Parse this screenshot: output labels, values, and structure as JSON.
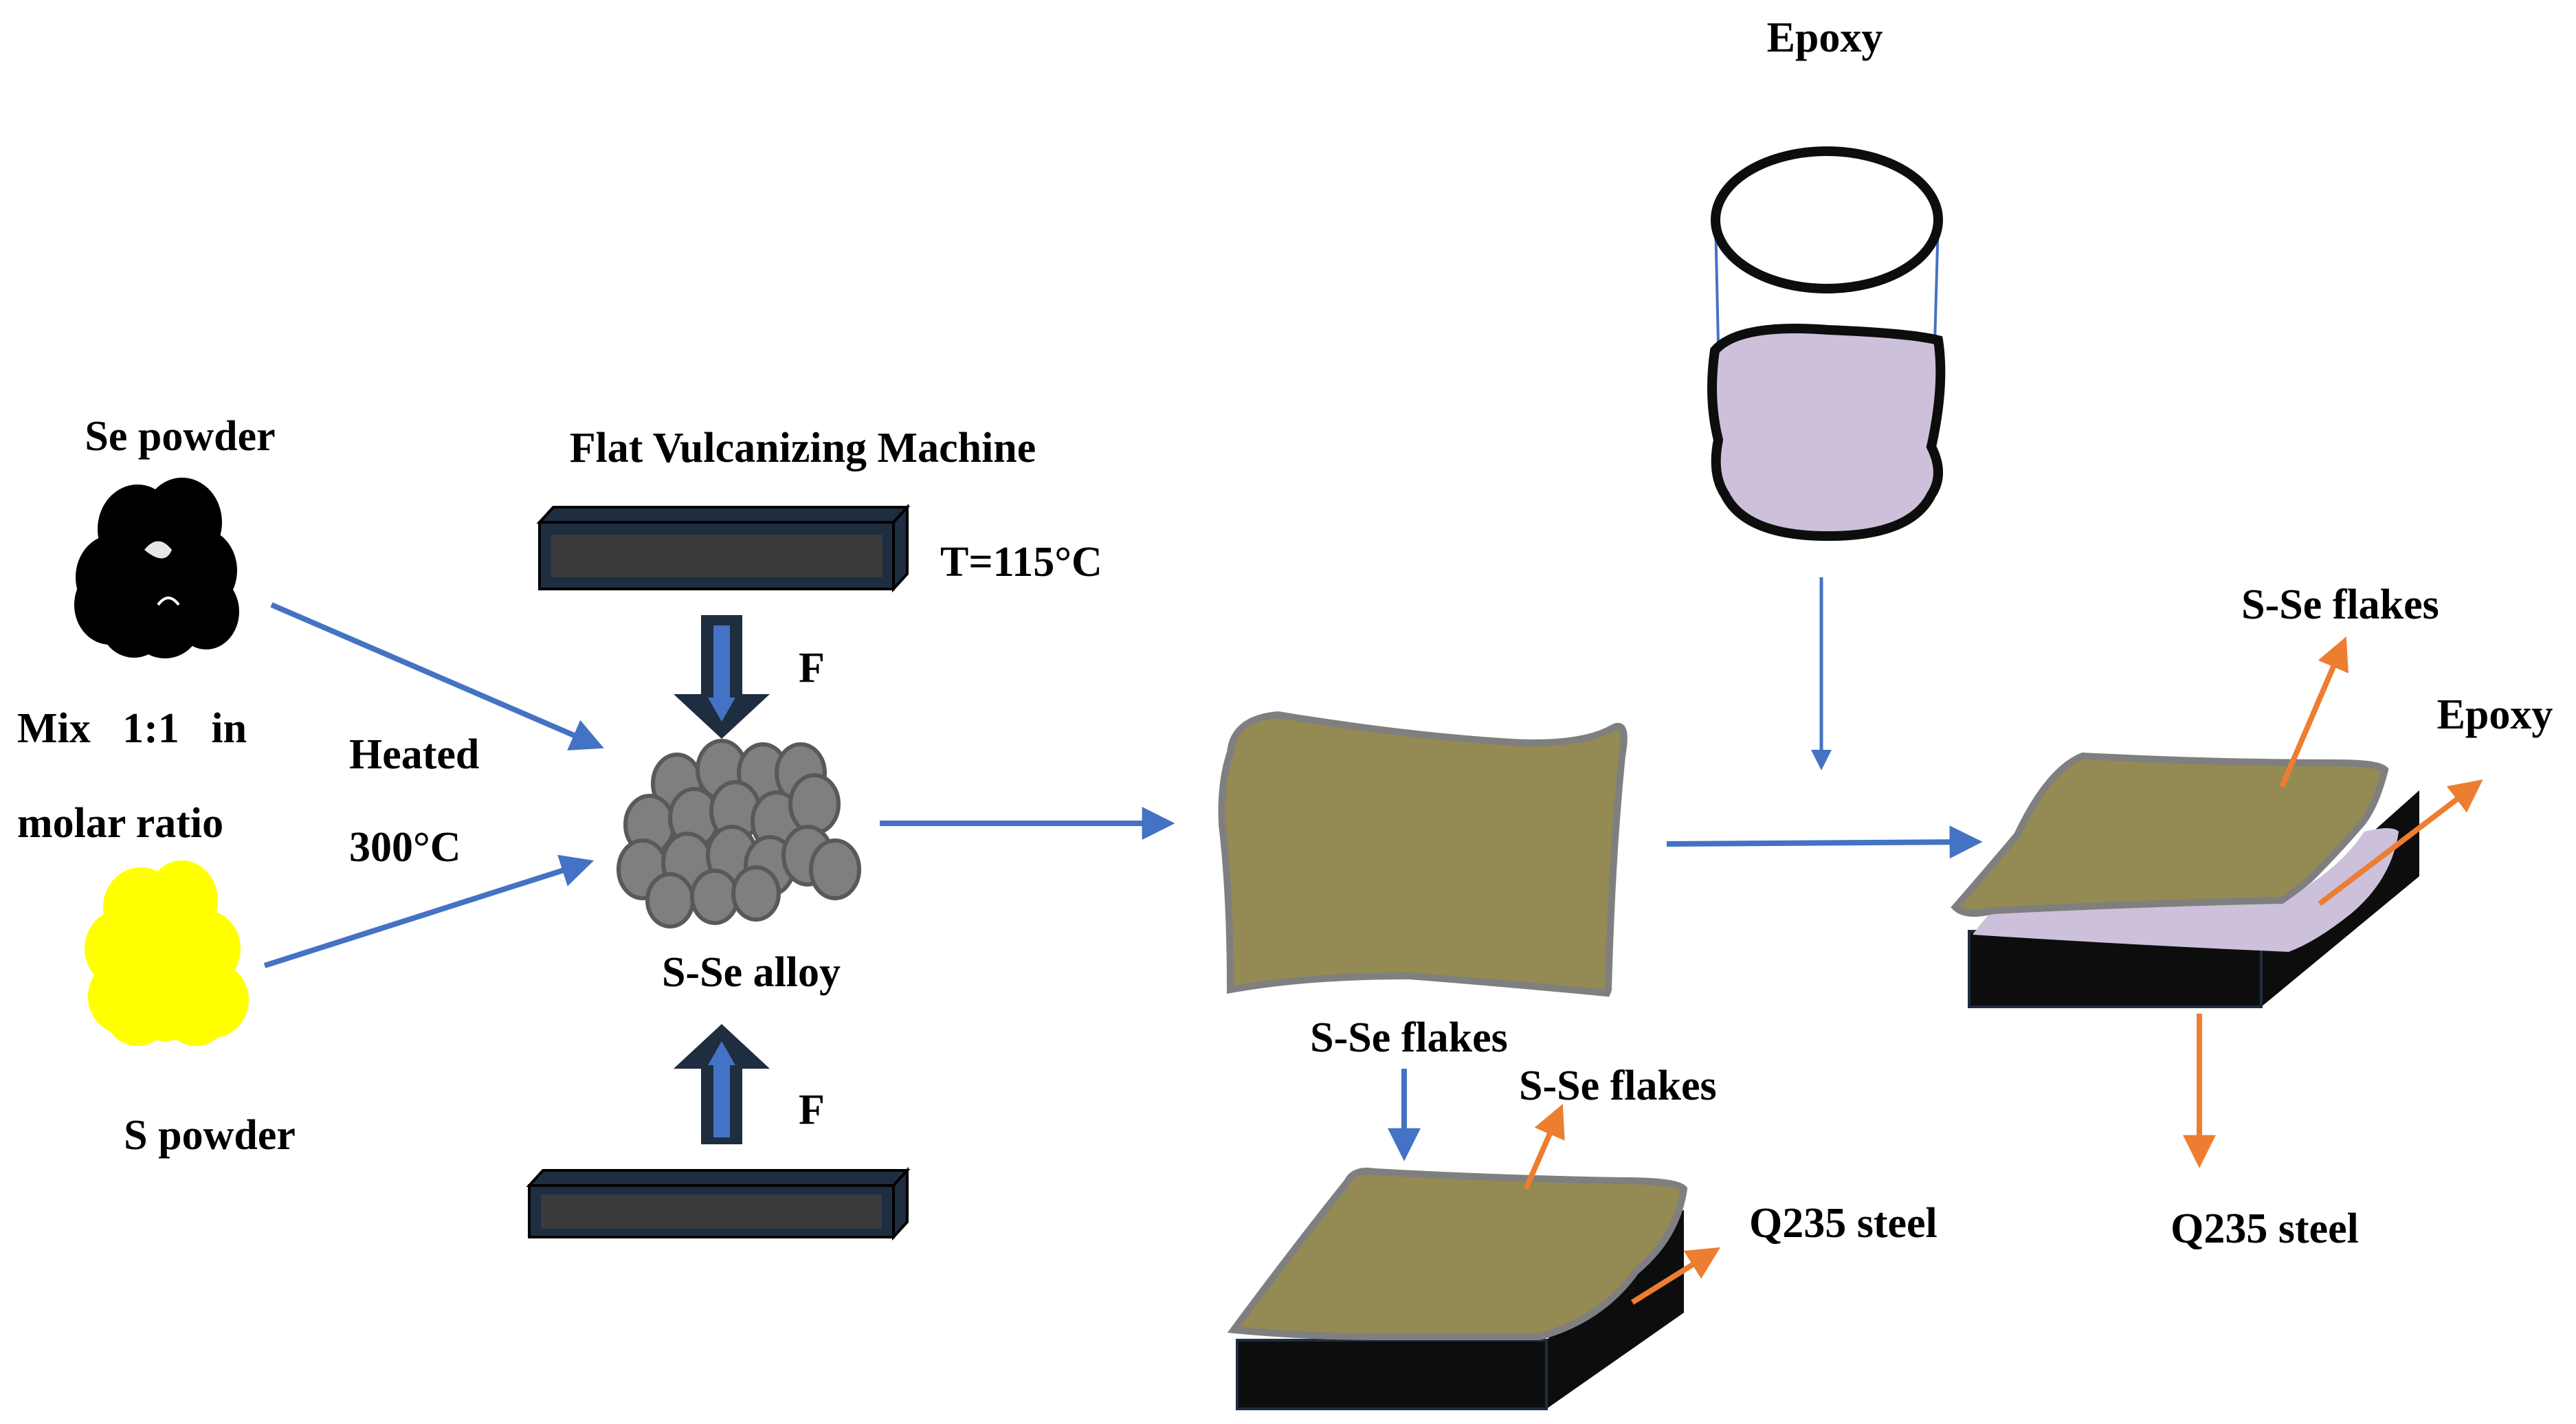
{
  "labels": {
    "se_powder": "Se powder",
    "s_powder": "S powder",
    "mix_line1": "Mix   1:1   in",
    "mix_line2": "molar ratio",
    "heated_line1": "Heated",
    "heated_line2": "300°C",
    "machine_title": "Flat Vulcanizing Machine",
    "temperature": "T=115°C",
    "force_top": "F",
    "force_bottom": "F",
    "alloy": "S-Se alloy",
    "flakes_below_sheet": "S-Se flakes",
    "flakes_on_steel": "S-Se flakes",
    "steel_left": "Q235 steel",
    "epoxy_title": "Epoxy",
    "flakes_right": "S-Se flakes",
    "epoxy_right": "Epoxy",
    "steel_right": "Q235 steel"
  },
  "colors": {
    "flow_arrow": "#4472C4",
    "pointer_arrow": "#ED7D31",
    "se_powder": "#000000",
    "s_powder": "#FFFF00",
    "alloy_particle": "#7F7F7F",
    "flake": "#948A54",
    "flake_outline": "#7F7F7F",
    "epoxy": "#CCC0DA",
    "steel": "#0D0D0D",
    "press_plate": "#3A3A3A"
  }
}
